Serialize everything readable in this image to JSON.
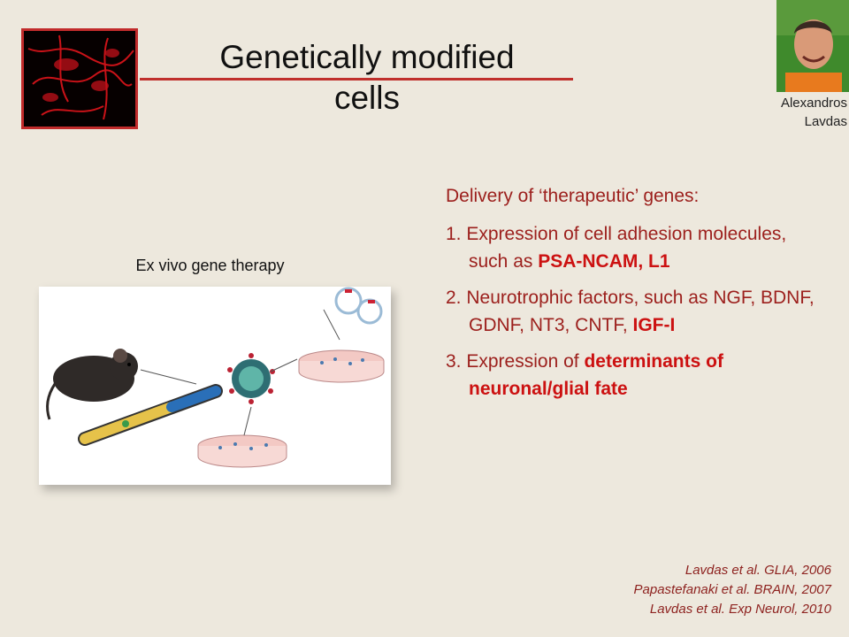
{
  "title": {
    "line1": "Genetically modified",
    "line2": "cells"
  },
  "author": {
    "first": "Alexandros",
    "last": "Lavdas"
  },
  "figure": {
    "caption": "Ex vivo gene therapy"
  },
  "points": {
    "lead": "Delivery of ‘therapeutic’ genes:",
    "items": [
      {
        "num": "1.",
        "text": "Expression of cell adhesion molecules, such as ",
        "highlight": "PSA-NCAM, L1"
      },
      {
        "num": "2.",
        "text": "Neurotrophic factors, such as NGF, BDNF, GDNF, NT3, CNTF, ",
        "highlight": "IGF-I"
      },
      {
        "num": "3.",
        "text": "Expression of ",
        "highlight": "determinants of neuronal/glial fate"
      }
    ]
  },
  "references": [
    "Lavdas et al. GLIA, 2006",
    "Papastefanaki et al. BRAIN, 2007",
    "Lavdas et al. Exp Neurol, 2010"
  ],
  "colors": {
    "background": "#ede8dd",
    "accent_red": "#c0302c",
    "text_red": "#9c1f1c"
  }
}
